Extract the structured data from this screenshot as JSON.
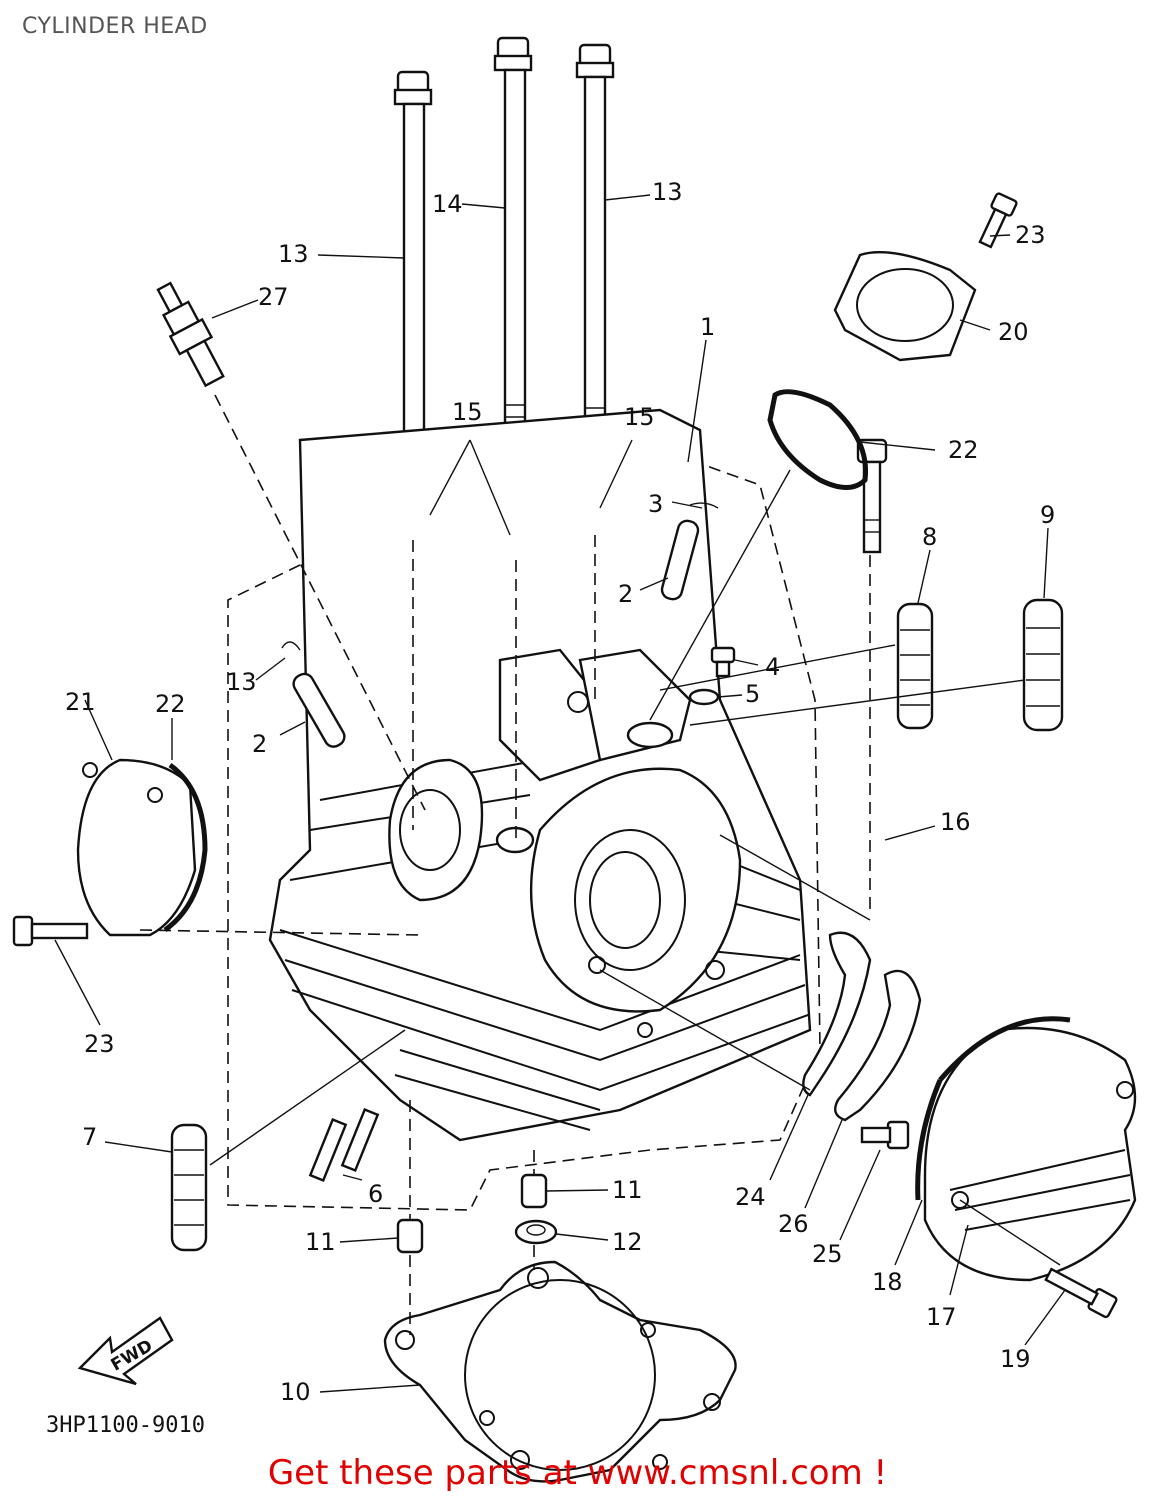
{
  "title": "CYLINDER HEAD",
  "drawing_code": "3HP1100-9010",
  "fwd_label": "FWD",
  "footer": "Get these parts at www.cmsnl.com !",
  "callouts": {
    "c1": "1",
    "c2a": "2",
    "c2b": "2",
    "c3a": "3",
    "c3b": "13",
    "c4": "4",
    "c5": "5",
    "c6": "6",
    "c7": "7",
    "c8": "8",
    "c9": "9",
    "c10": "10",
    "c11a": "11",
    "c11b": "11",
    "c12": "12",
    "c13a": "13",
    "c13b": "13",
    "c14": "14",
    "c15a": "15",
    "c15b": "15",
    "c16": "16",
    "c17": "17",
    "c18": "18",
    "c19": "19",
    "c20": "20",
    "c21": "21",
    "c22a": "22",
    "c22b": "22",
    "c23a": "23",
    "c23b": "23",
    "c24": "24",
    "c25": "25",
    "c26": "26",
    "c27": "27"
  },
  "colors": {
    "footer": "#e00000",
    "title": "#555555",
    "line": "#111111"
  }
}
